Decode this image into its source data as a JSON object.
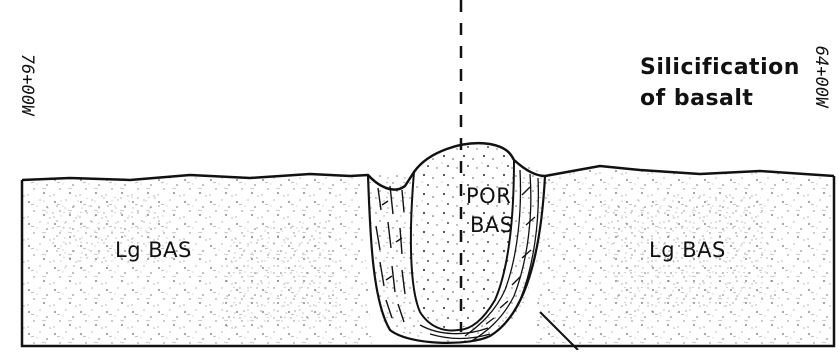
{
  "section": {
    "left_station": "76+00W",
    "right_station": "64+00W"
  },
  "units": {
    "host_left": "Lg BAS",
    "host_right": "Lg BAS",
    "intrusion_line1": "POR",
    "intrusion_line2": "BAS"
  },
  "annotation": {
    "line1": "Silicification",
    "line2": "of basalt"
  }
}
